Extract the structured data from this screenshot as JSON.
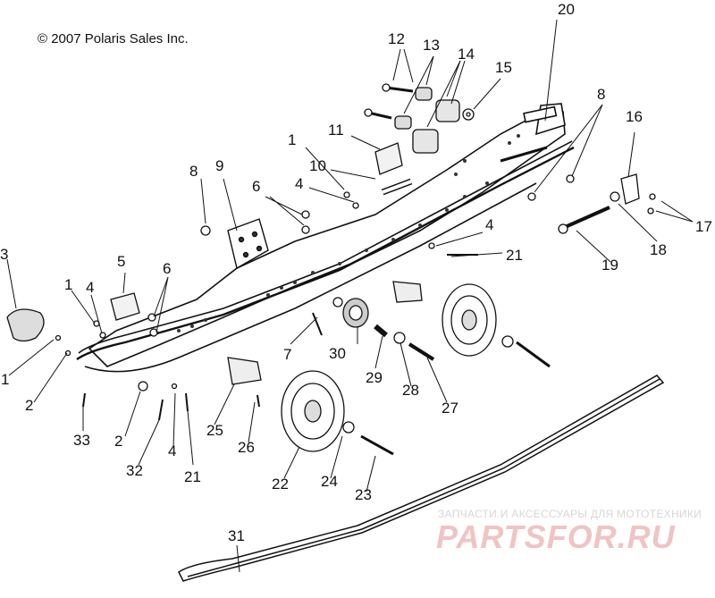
{
  "copyright": "© 2007 Polaris Sales Inc.",
  "watermark": {
    "tagline": "ЗАПЧАСТИ И АКСЕССУАРЫ ДЛЯ МОТОТЕХНИКИ",
    "brand": "PARTSFOR.RU"
  },
  "callouts": [
    "20",
    "12",
    "13",
    "14",
    "15",
    "11",
    "1",
    "10",
    "4",
    "8",
    "9",
    "6",
    "8",
    "16",
    "17",
    "18",
    "19",
    "4",
    "21",
    "3",
    "5",
    "6",
    "1",
    "4",
    "1",
    "2",
    "7",
    "30",
    "29",
    "28",
    "27",
    "25",
    "26",
    "22",
    "24",
    "23",
    "33",
    "2",
    "32",
    "4",
    "21",
    "31"
  ]
}
